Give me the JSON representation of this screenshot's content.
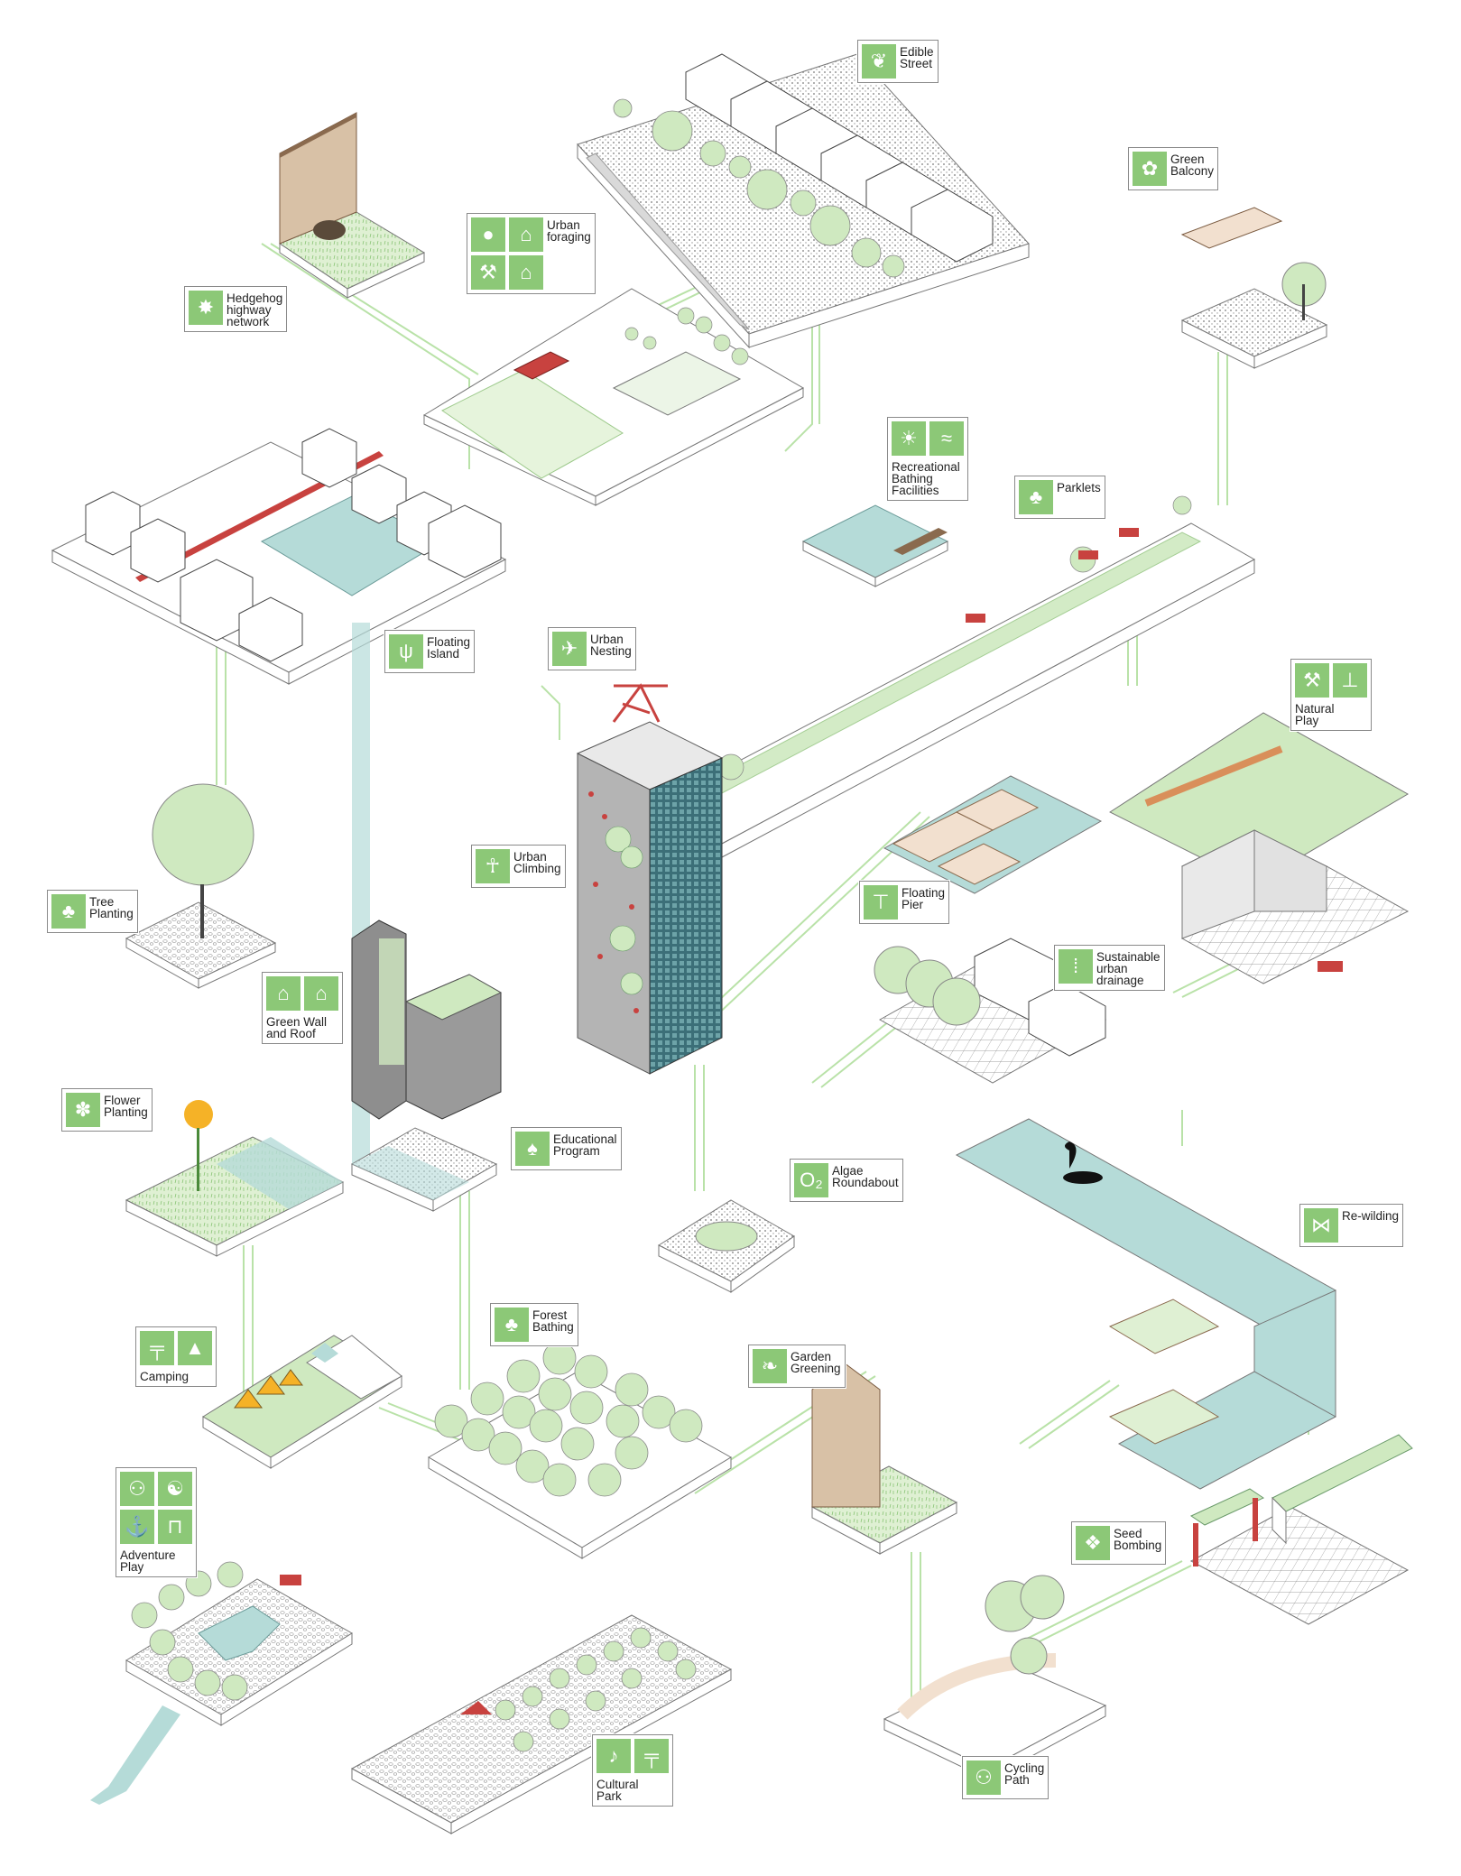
{
  "colors": {
    "green_light": "#cfe9c0",
    "green_mid": "#8cc877",
    "green_line": "#b9e2a8",
    "water": "#b5dbd8",
    "red": "#c8423f",
    "ground": "#ffffff",
    "outline": "#6b6b6b",
    "silhouette": "#111111"
  },
  "labels": {
    "edible_street": "Edible\nStreet",
    "green_balcony": "Green\nBalcony",
    "hedgehog": "Hedgehog\nhighway\nnetwork",
    "urban_foraging": "Urban\nforaging",
    "recreational_bathing": "Recreational\nBathing\nFacilities",
    "parklets": "Parklets",
    "floating_island": "Floating\nIsland",
    "urban_nesting": "Urban\nNesting",
    "natural_play": "Natural\nPlay",
    "urban_climbing": "Urban\nClimbing",
    "floating_pier": "Floating\nPier",
    "tree_planting": "Tree\nPlanting",
    "green_wall_roof": "Green Wall\nand Roof",
    "sustainable_drainage": "Sustainable\nurban\ndrainage",
    "flower_planting": "Flower\nPlanting",
    "educational_program": "Educational\nProgram",
    "algae_roundabout": "Algae\nRoundabout",
    "re_wilding": "Re-wilding",
    "forest_bathing": "Forest\nBathing",
    "camping": "Camping",
    "garden_greening": "Garden\nGreening",
    "seed_bombing": "Seed\nBombing",
    "adventure_play": "Adventure\nPlay",
    "cultural_park": "Cultural\nPark",
    "cycling_path": "Cycling\nPath"
  },
  "icons": {
    "edible_street": [
      "fruit-branch-icon"
    ],
    "green_balcony": [
      "flower-icon"
    ],
    "hedgehog": [
      "hedgehog-icon"
    ],
    "urban_foraging": [
      "apple-icon",
      "greenhouse-icon",
      "shovel-icon",
      "house-plant-icon"
    ],
    "recreational_bathing": [
      "sunbathing-icon",
      "swimmer-icon"
    ],
    "parklets": [
      "tree-bench-icon"
    ],
    "floating_island": [
      "reed-water-icon"
    ],
    "urban_nesting": [
      "bird-nest-icon"
    ],
    "natural_play": [
      "tools-play-icon",
      "seesaw-icon"
    ],
    "urban_climbing": [
      "climber-icon"
    ],
    "floating_pier": [
      "pier-icon"
    ],
    "tree_planting": [
      "tree-hand-icon"
    ],
    "green_wall_roof": [
      "green-roof-house-icon",
      "house-icon"
    ],
    "sustainable_drainage": [
      "rain-grass-icon"
    ],
    "flower_planting": [
      "bee-icon"
    ],
    "educational_program": [
      "sign-tree-icon"
    ],
    "algae_roundabout": [
      "o2-icon"
    ],
    "re_wilding": [
      "fish-icon"
    ],
    "forest_bathing": [
      "forest-icon"
    ],
    "camping": [
      "picnic-table-icon",
      "tent-icon"
    ],
    "garden_greening": [
      "trowel-leaf-icon"
    ],
    "seed_bombing": [
      "seed-pod-icon"
    ],
    "adventure_play": [
      "bicycle-icon",
      "meditation-icon",
      "kayak-icon",
      "playground-icon"
    ],
    "cultural_park": [
      "performer-icon",
      "picnic-icon"
    ],
    "cycling_path": [
      "cyclist-icon"
    ]
  },
  "algae_icon_text": "O₂"
}
